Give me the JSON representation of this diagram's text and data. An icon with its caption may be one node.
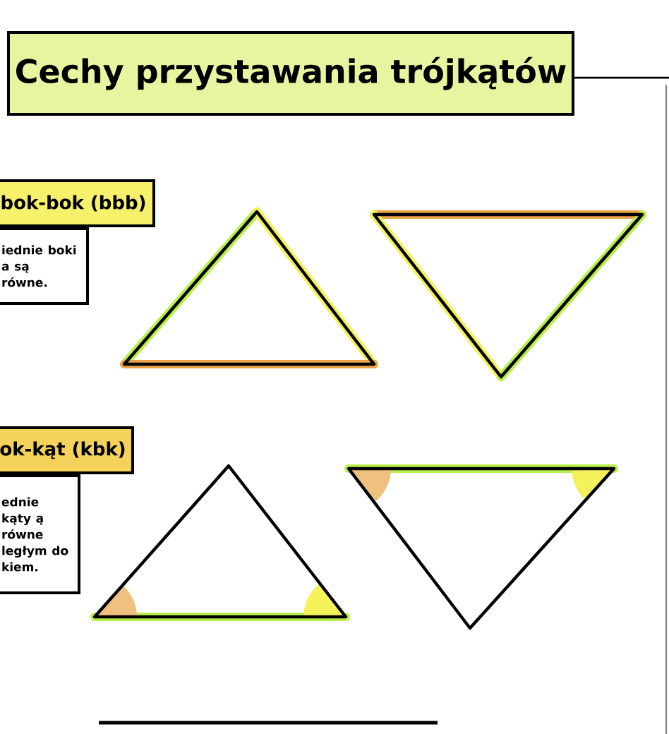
{
  "diagram": {
    "title": "Cechy przystawania trójkątów",
    "nodes": [
      {
        "text": [
          "bok-bok (bbb)"
        ]
      },
      {
        "text": [
          "iednie boki a są równe."
        ]
      },
      {
        "text": [
          "ok-kąt (kbk)"
        ]
      },
      {
        "text": [
          "ednie kąty ą równe ległym do kiem."
        ]
      }
    ]
  }
}
